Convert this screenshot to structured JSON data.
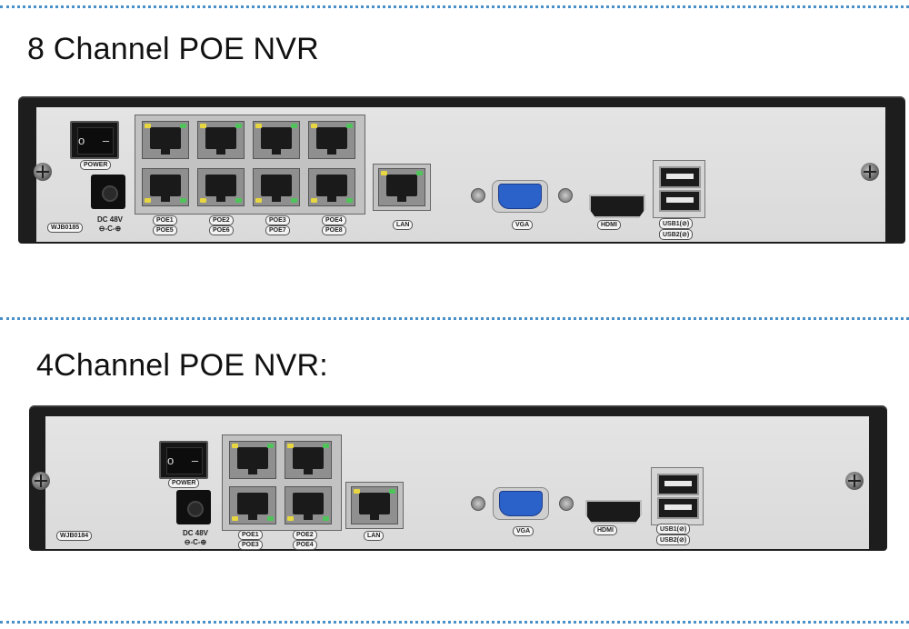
{
  "headings": {
    "top": "8 Channel POE NVR",
    "bottom": "4Channel POE NVR:"
  },
  "nvr8": {
    "model": "WJB0185",
    "power_label": "POWER",
    "dc_label": "DC 48V",
    "dc_symbol": "⊖-C-⊕",
    "poe_top": [
      "POE1",
      "POE2",
      "POE3",
      "POE4"
    ],
    "poe_bottom": [
      "POE5",
      "POE6",
      "POE7",
      "POE8"
    ],
    "lan_label": "LAN",
    "vga_label": "VGA",
    "hdmi_label": "HDMI",
    "usb1_label": "USB1(⊘)",
    "usb2_label": "USB2(⊘)"
  },
  "nvr4": {
    "model": "WJB0184",
    "power_label": "POWER",
    "dc_label": "DC 48V",
    "dc_symbol": "⊖-C-⊕",
    "poe_top": [
      "POE1",
      "POE2"
    ],
    "poe_bottom": [
      "POE3",
      "POE4"
    ],
    "lan_label": "LAN",
    "vga_label": "VGA",
    "hdmi_label": "HDMI",
    "usb1_label": "USB1(⊘)",
    "usb2_label": "USB2(⊘)"
  },
  "colors": {
    "divider": "#4a90c8",
    "chassis": "#1d1d1d",
    "panel": "#dedede",
    "vga_blue": "#2b62c9"
  }
}
